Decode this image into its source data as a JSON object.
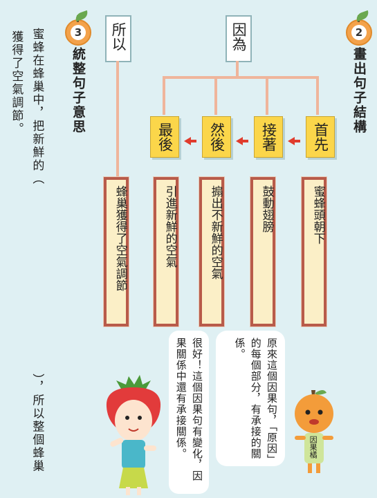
{
  "section2": {
    "number": "2",
    "heading": "畫出句子結構"
  },
  "section3": {
    "number": "3",
    "heading": "統整句子意思"
  },
  "boxes": {
    "because": "因為",
    "so": "所以"
  },
  "headers": [
    "首先",
    "接著",
    "然後",
    "最後"
  ],
  "strips": [
    "蜜蜂頭朝下",
    "鼓動翅膀",
    "搧出不新鮮的空氣",
    "引進新鮮的空氣",
    "蜂巢獲得了空氣調節"
  ],
  "summary": {
    "col1": "蜜蜂在蜂巢中，把新鮮的（",
    "col2": "獲得了空氣調節。",
    "col3": "），所以整個蜂巢"
  },
  "bubbles": {
    "right": "原來這個因果句，「原因」的每個部分，有承接的關係。",
    "left": "很好！這個因果句有變化，因果關係中還有承接關係。"
  },
  "character_label": "因果橘"
}
